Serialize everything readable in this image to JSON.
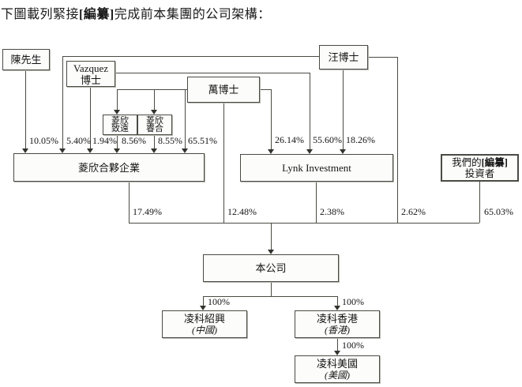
{
  "title": {
    "pre": "下圖載列緊接",
    "redact": "[編纂]",
    "post": "完成前本集團的公司架構："
  },
  "nodes": {
    "chen": {
      "label": "陳先生"
    },
    "vazquez": {
      "line1": "Vazquez",
      "line2": "博士"
    },
    "wang": {
      "label": "汪博士"
    },
    "wan": {
      "label": "萬博士"
    },
    "zhiyuan": {
      "line1": "菱欣",
      "line2": "致遠"
    },
    "ruihe": {
      "line1": "菱欣",
      "line2": "睿合"
    },
    "partnership": {
      "label": "菱欣合夥企業"
    },
    "lynk": {
      "label": "Lynk Investment"
    },
    "investors": {
      "line1_pre": "我們的",
      "line1_redact": "[編纂]",
      "line2": "投資者"
    },
    "company": {
      "label": "本公司"
    },
    "shaoxing": {
      "name": "凌科紹興",
      "region": "(中國)"
    },
    "hongkong": {
      "name": "凌科香港",
      "region": "(香港)"
    },
    "usa": {
      "name": "凌科美國",
      "region": "(美國)"
    }
  },
  "ownership": {
    "chen_partnership": "10.05%",
    "wang_partnership": "5.40%",
    "vazquez_partnership": "1.94%",
    "zhiyuan_partnership": "8.56%",
    "ruihe_partnership": "8.55%",
    "wan_partnership": "65.51%",
    "wan_lynk": "26.14%",
    "vazquez_lynk": "55.60%",
    "wang_lynk": "18.26%",
    "partnership_company": "17.49%",
    "wan_company": "12.48%",
    "lynk_company": "2.38%",
    "wang_company": "2.62%",
    "investors_company": "65.03%",
    "company_shaoxing": "100%",
    "company_hongkong": "100%",
    "hongkong_usa": "100%"
  }
}
